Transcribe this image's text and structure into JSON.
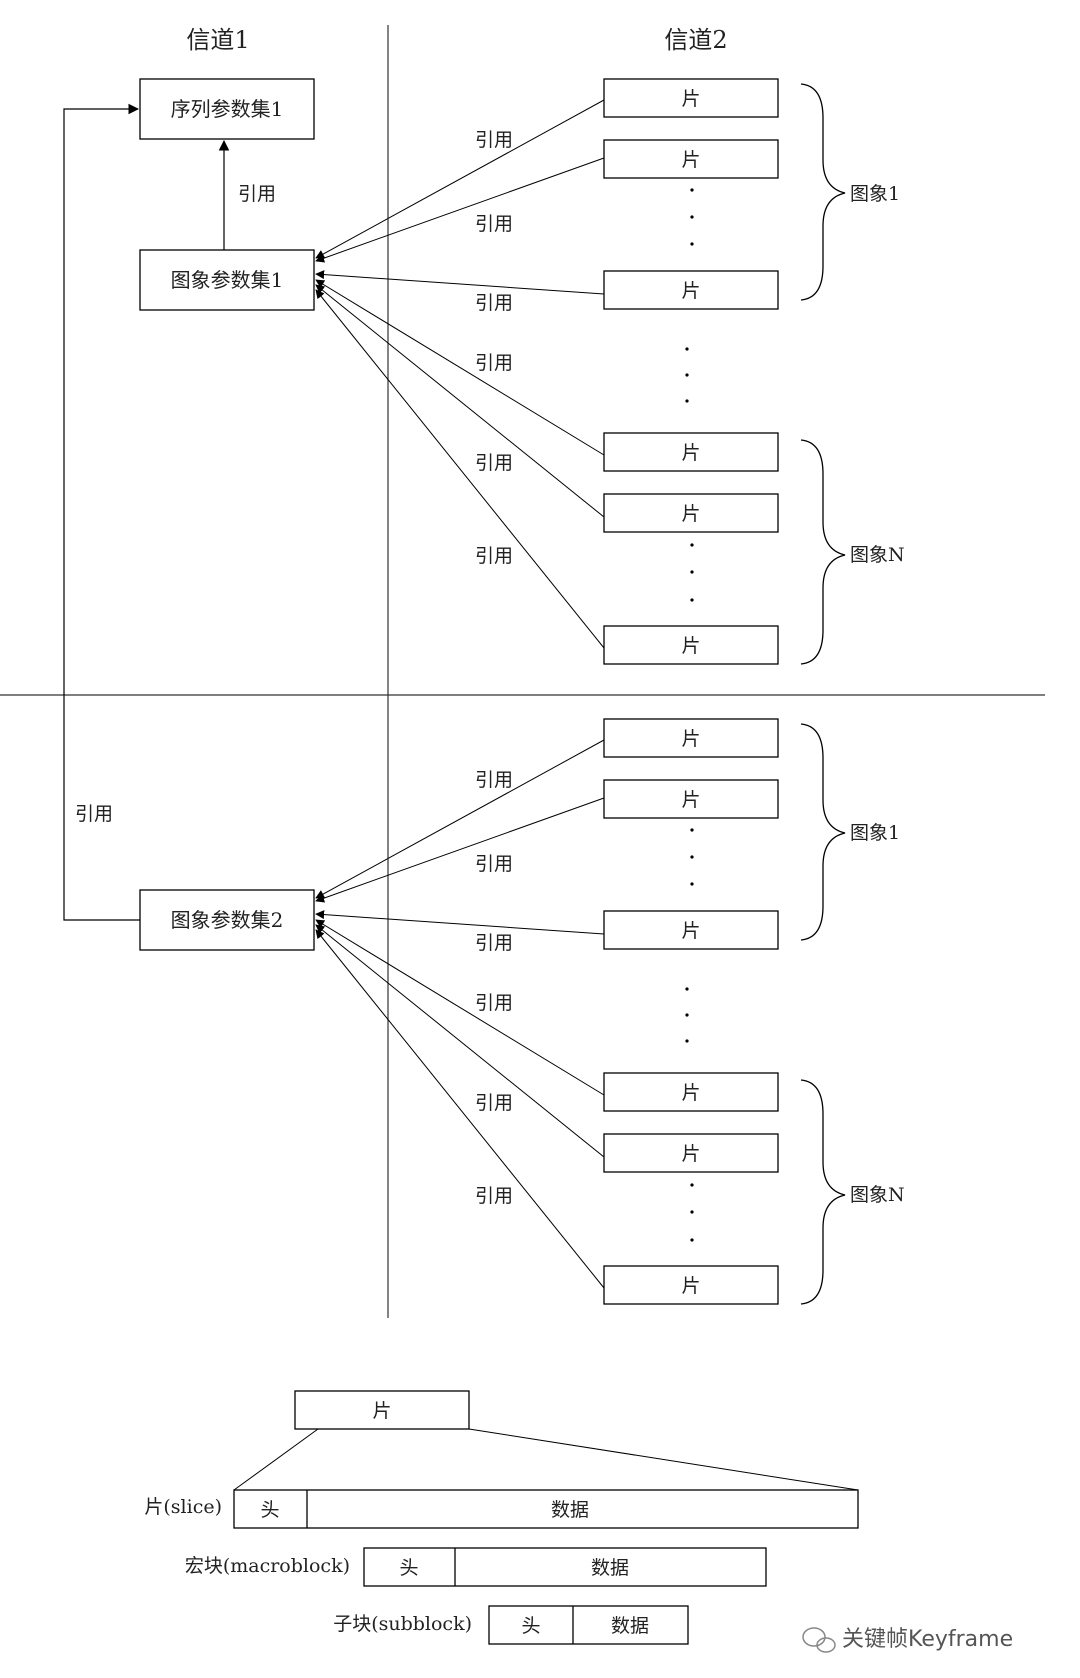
{
  "headers": {
    "channel1": "信道1",
    "channel2": "信道2"
  },
  "param_sets": {
    "sps1": "序列参数集1",
    "pps1": "图象参数集1",
    "pps2": "图象参数集2"
  },
  "ref_label": "引用",
  "slice_label": "片",
  "picture_labels": {
    "first": "图象1",
    "last": "图象N"
  },
  "slice_structure": {
    "top_slice": "片",
    "rows": [
      {
        "label": "片(slice)",
        "head": "头",
        "data": "数据"
      },
      {
        "label": "宏块(macroblock)",
        "head": "头",
        "data": "数据"
      },
      {
        "label": "子块(subblock)",
        "head": "头",
        "data": "数据"
      }
    ]
  },
  "watermark": "关键帧Keyframe"
}
